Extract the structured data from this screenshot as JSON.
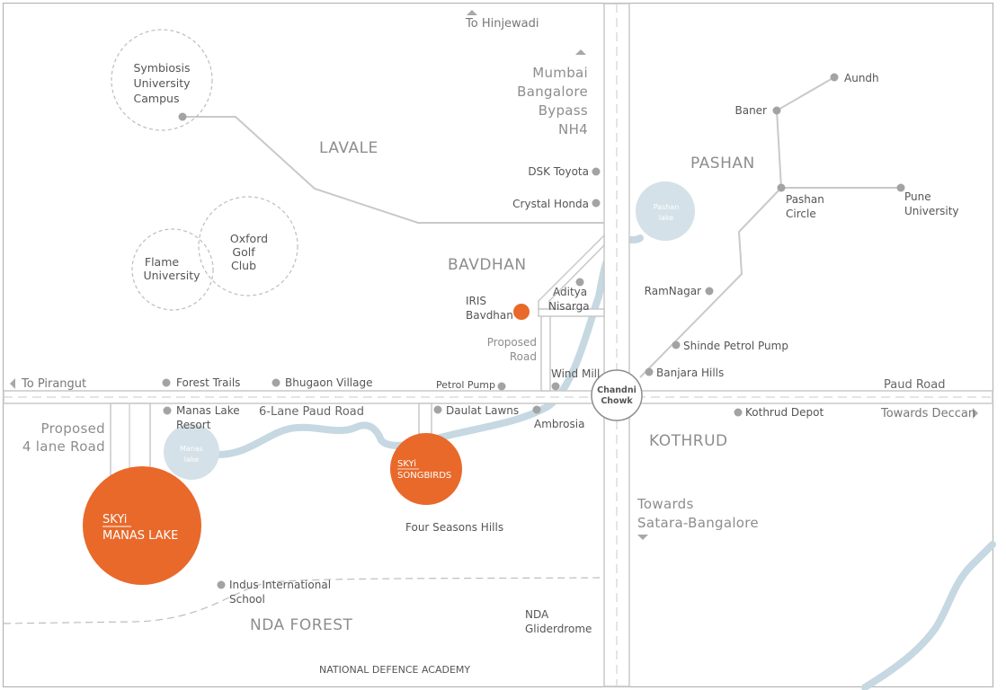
{
  "directions": {
    "hinjewadi": "To Hinjewadi",
    "pirangut": "To Pirangut",
    "deccan": "Towards Deccan",
    "satara_1": "Towards",
    "satara_2": "Satara-Bangalore"
  },
  "highway": {
    "line1": "Mumbai",
    "line2": "Bangalore",
    "line3": "Bypass",
    "line4": "NH4"
  },
  "areas": {
    "lavale": "LAVALE",
    "pashan": "PASHAN",
    "bavdhan": "BAVDHAN",
    "kothrud": "KOTHRUD",
    "nda_forest": "NDA FOREST"
  },
  "roads": {
    "paud_road": "Paud Road",
    "six_lane": "6-Lane Paud Road",
    "proposed_4lane_1": "Proposed",
    "proposed_4lane_2": "4 lane Road",
    "proposed_road_1": "Proposed",
    "proposed_road_2": "Road"
  },
  "circles": {
    "symbiosis_1": "Symbiosis",
    "symbiosis_2": "University",
    "symbiosis_3": "Campus",
    "flame_1": "Flame",
    "flame_2": "University",
    "oxford_1": "Oxford",
    "oxford_2": "Golf",
    "oxford_3": "Club"
  },
  "lakes": {
    "pashan_1": "Pashan",
    "pashan_2": "lake",
    "manas_1": "Manas",
    "manas_2": "lake"
  },
  "landmarks": {
    "dsk_toyota": "DSK Toyota",
    "crystal_honda": "Crystal Honda",
    "aundh": "Aundh",
    "baner": "Baner",
    "pashan_circle_1": "Pashan",
    "pashan_circle_2": "Circle",
    "pune_university_1": "Pune",
    "pune_university_2": "University",
    "ramnagar": "RamNagar",
    "shinde_petrol": "Shinde Petrol Pump",
    "banjara_hills": "Banjara Hills",
    "aditya_nisarga_1": "Aditya",
    "aditya_nisarga_2": "Nisarga",
    "wind_mill": "Wind Mill",
    "petrol_pump": "Petrol Pump",
    "forest_trails": "Forest Trails",
    "bhugaon_village": "Bhugaon Village",
    "manas_resort_1": "Manas Lake",
    "manas_resort_2": "Resort",
    "daulat_lawns": "Daulat Lawns",
    "ambrosia": "Ambrosia",
    "kothrud_depot": "Kothrud Depot",
    "four_seasons": "Four Seasons Hills",
    "indus_1": "Indus International",
    "indus_2": "School",
    "nda_glider_1": "NDA",
    "nda_glider_2": "Gliderdrome",
    "nda_academy": "NATIONAL DEFENCE ACADEMY"
  },
  "chandni_chowk": {
    "line1": "Chandni",
    "line2": "Chowk"
  },
  "projects": {
    "iris_1": "IRIS",
    "iris_2": "Bavdhan",
    "songbirds_brand": "SKYi",
    "songbirds_name": "SONGBIRDS",
    "manas_brand": "SKYi",
    "manas_name": "MANAS LAKE"
  },
  "colors": {
    "accent_orange": "#e8692a",
    "lake_blue": "#d4e1e8",
    "river_blue": "#c6d8e1",
    "road_gray": "#cfcfcf",
    "route_gray": "#c9c9c9"
  }
}
